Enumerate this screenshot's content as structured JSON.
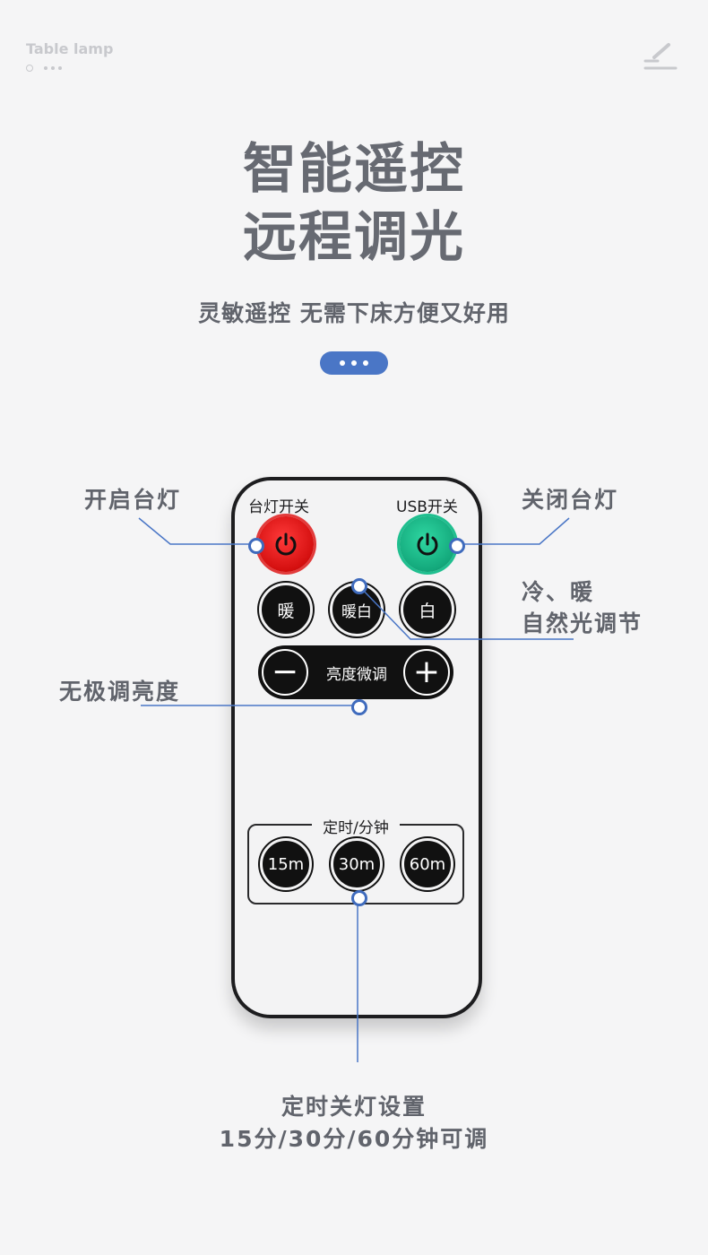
{
  "header": {
    "brand": "Table lamp",
    "corner_icon": "lamp-pen-icon"
  },
  "title": {
    "line1": "智能遥控",
    "line2": "远程调光"
  },
  "subtitle": "灵敏遥控 无需下床方便又好用",
  "remote": {
    "label_left": "台灯开关",
    "label_right": "USB开关",
    "btn_warm": "暖",
    "btn_warm_white": "暖白",
    "btn_white": "白",
    "brightness_label": "亮度微调",
    "minus": "−",
    "plus": "+",
    "timer_title": "定时/分钟",
    "timer_options": [
      "15m",
      "30m",
      "60m"
    ]
  },
  "callouts": {
    "on": "开启台灯",
    "off": "关闭台灯",
    "color_temp_line1": "冷、暖",
    "color_temp_line2": "自然光调节",
    "brightness": "无极调亮度",
    "timer_line1": "定时关灯设置",
    "timer_line2": "15分/30分/60分钟可调"
  },
  "colors": {
    "accent": "#4a76c6",
    "power_on": "#e0201f",
    "power_usb": "#17b585"
  }
}
